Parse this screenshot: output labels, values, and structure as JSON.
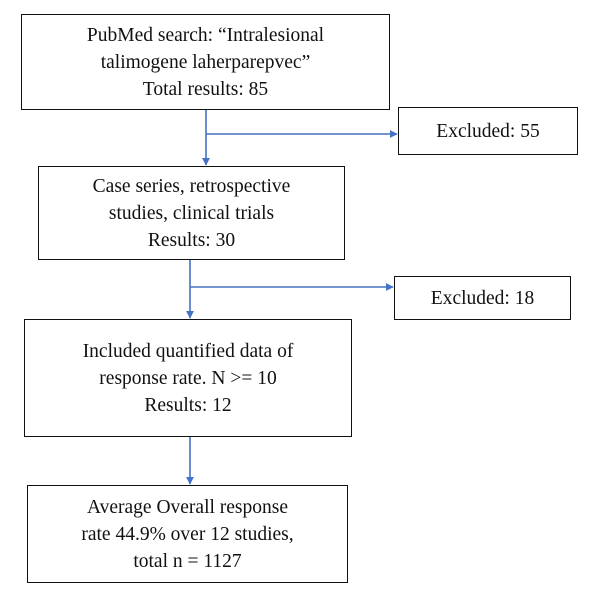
{
  "flowchart": {
    "steps": [
      {
        "lines": [
          "PubMed search: “Intralesional",
          "talimogene laherparepvec”",
          "Total results: 85"
        ]
      },
      {
        "lines": [
          "Case series, retrospective",
          "studies, clinical trials",
          "Results: 30"
        ]
      },
      {
        "lines": [
          "Included quantified data of",
          "response rate. N >= 10",
          "Results: 12"
        ]
      },
      {
        "lines": [
          "Average Overall response",
          "rate 44.9% over 12 studies,",
          "total n = 1127"
        ]
      }
    ],
    "exclusions": [
      {
        "label": "Excluded: 55"
      },
      {
        "label": "Excluded: 18"
      }
    ],
    "arrow_color": "#4472c4"
  }
}
